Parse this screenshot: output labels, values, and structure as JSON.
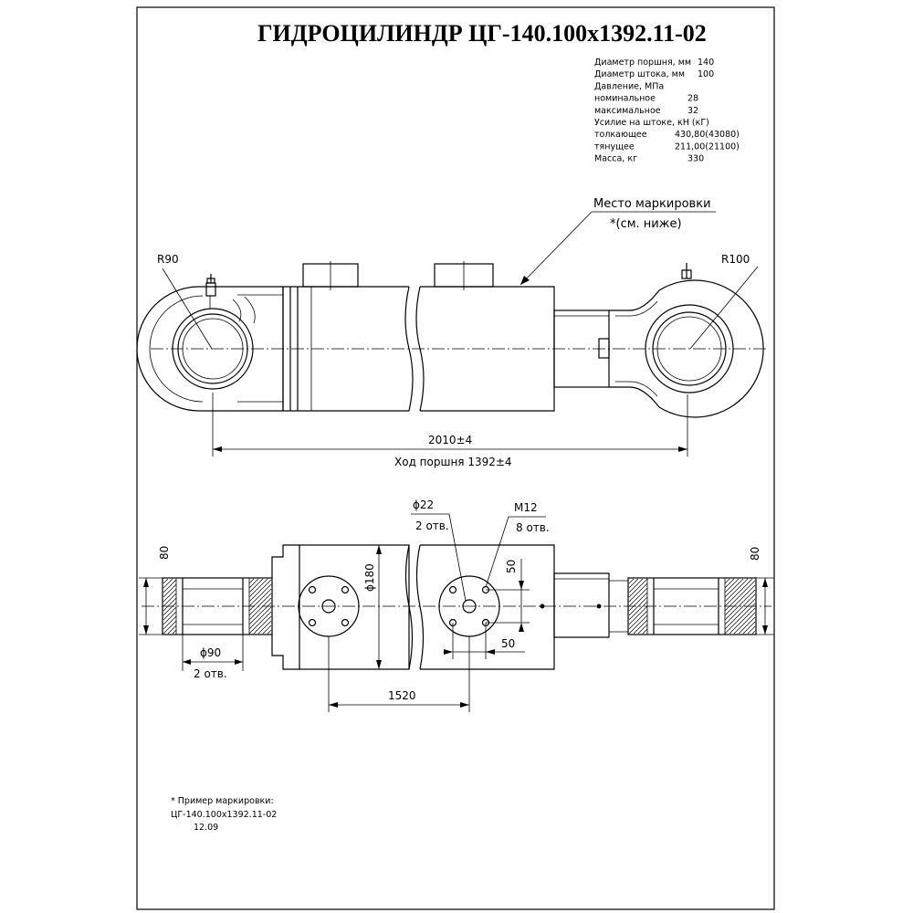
{
  "title": "ГИДРОЦИЛИНДР  ЦГ-140.100х1392.11-02",
  "specs": [
    {
      "label": "Диаметр поршня, мм",
      "value": "140"
    },
    {
      "label": "Диаметр штока, мм",
      "value": "100"
    },
    {
      "label": "Давление, МПа",
      "value": ""
    },
    {
      "label": "номинальное",
      "value": "28"
    },
    {
      "label": "максимальное",
      "value": "32"
    },
    {
      "label": "Усилие на штоке, кН (кГ)",
      "value": ""
    },
    {
      "label": "толкающее",
      "value": "430,80(43080)"
    },
    {
      "label": "тянущее",
      "value": "211,00(21100)"
    },
    {
      "label": "Масса, кг",
      "value": "330"
    }
  ],
  "marking_callout": {
    "line1": "Место маркировки",
    "line2": "*(см. ниже)"
  },
  "top_view": {
    "radius_left": "R90",
    "radius_right": "R100",
    "overall_length": "2010±4",
    "stroke": "Ход поршня 1392±4"
  },
  "bottom_view": {
    "width_left": "80",
    "width_right": "80",
    "bore_diameter": "ϕ90",
    "bore_count": "2 отв.",
    "flange_diameter": "ϕ180",
    "port_hole": "ϕ22",
    "port_hole_count": "2 отв.",
    "thread": "M12",
    "thread_count": "8 отв.",
    "bolt_spacing_v": "50",
    "bolt_spacing_h": "50",
    "port_distance": "1520"
  },
  "marking_example": {
    "heading": "* Пример маркировки:",
    "code": "ЦГ-140.100х1392.11-02",
    "date": "12.09"
  }
}
